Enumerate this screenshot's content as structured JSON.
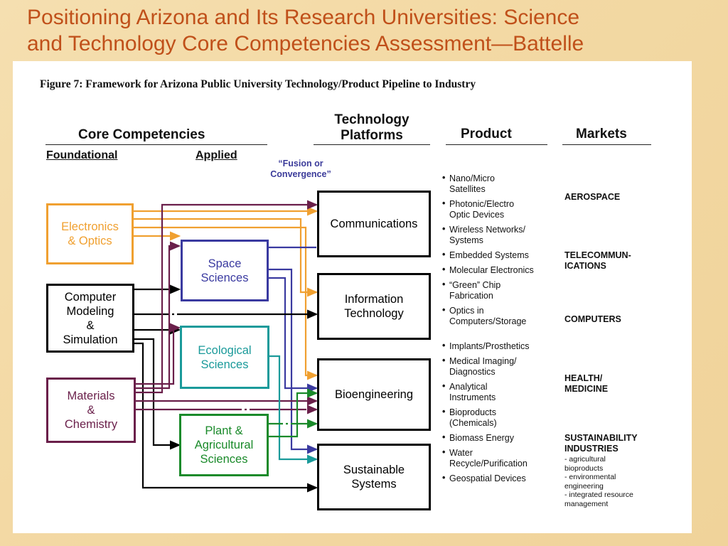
{
  "slide": {
    "title_line1": "Positioning Arizona and Its Research Universities:  Science",
    "title_line2": "and Technology Core Competencies Assessment—Battelle"
  },
  "figure": {
    "title": "Figure 7: Framework for Arizona Public University Technology/Product Pipeline to Industry",
    "headers": {
      "core_competencies": "Core Competencies",
      "foundational": "Foundational",
      "applied": "Applied",
      "fusion_line1": "“Fusion or",
      "fusion_line2": "Convergence”",
      "platforms_line1": "Technology",
      "platforms_line2": "Platforms",
      "product": "Product",
      "markets": "Markets"
    },
    "foundational": [
      {
        "line1": "Electronics",
        "line2": "& Optics",
        "line3": "",
        "line4": "",
        "color": "#f0a030"
      },
      {
        "line1": "Computer",
        "line2": "Modeling",
        "line3": "&",
        "line4": "Simulation",
        "color": "#000000"
      },
      {
        "line1": "Materials",
        "line2": "&",
        "line3": "Chemistry",
        "line4": "",
        "color": "#6a1f4a"
      }
    ],
    "applied": [
      {
        "line1": "Space",
        "line2": "Sciences",
        "line3": "",
        "color": "#3a3aa0"
      },
      {
        "line1": "Ecological",
        "line2": "Sciences",
        "line3": "",
        "color": "#1a9a9a"
      },
      {
        "line1": "Plant &",
        "line2": "Agricultural",
        "line3": "Sciences",
        "color": "#1a8a2a"
      }
    ],
    "platforms": [
      {
        "line1": "Communications",
        "line2": ""
      },
      {
        "line1": "Information",
        "line2": "Technology"
      },
      {
        "line1": "Bioengineering",
        "line2": ""
      },
      {
        "line1": "Sustainable",
        "line2": "Systems"
      }
    ],
    "products": [
      [
        "Nano/Micro",
        "Satellites"
      ],
      [
        "Photonic/Electro",
        "Optic Devices"
      ],
      [
        "Wireless Networks/",
        "Systems"
      ],
      [
        "Embedded Systems"
      ],
      [
        "Molecular Electronics"
      ],
      [
        "“Green” Chip",
        "Fabrication"
      ],
      [
        "Optics in",
        "Computers/Storage"
      ],
      [
        "Implants/Prosthetics"
      ],
      [
        "Medical Imaging/",
        "Diagnostics"
      ],
      [
        "Analytical",
        "Instruments"
      ],
      [
        "Bioproducts",
        "(Chemicals)"
      ],
      [
        "Biomass Energy"
      ],
      [
        "Water",
        "Recycle/Purification"
      ],
      [
        "Geospatial Devices"
      ]
    ],
    "markets": {
      "aerospace": "AEROSPACE",
      "telecom_line1": "TELECOMMUN-",
      "telecom_line2": "ICATIONS",
      "computers": "COMPUTERS",
      "health_line1": "HEALTH/",
      "health_line2": "MEDICINE",
      "sustain_line1": "SUSTAINABILITY",
      "sustain_line2": "INDUSTRIES",
      "sustain_sub": [
        "- agricultural",
        "bioproducts",
        "- environmental",
        "engineering",
        "- integrated resource",
        "management"
      ]
    }
  }
}
